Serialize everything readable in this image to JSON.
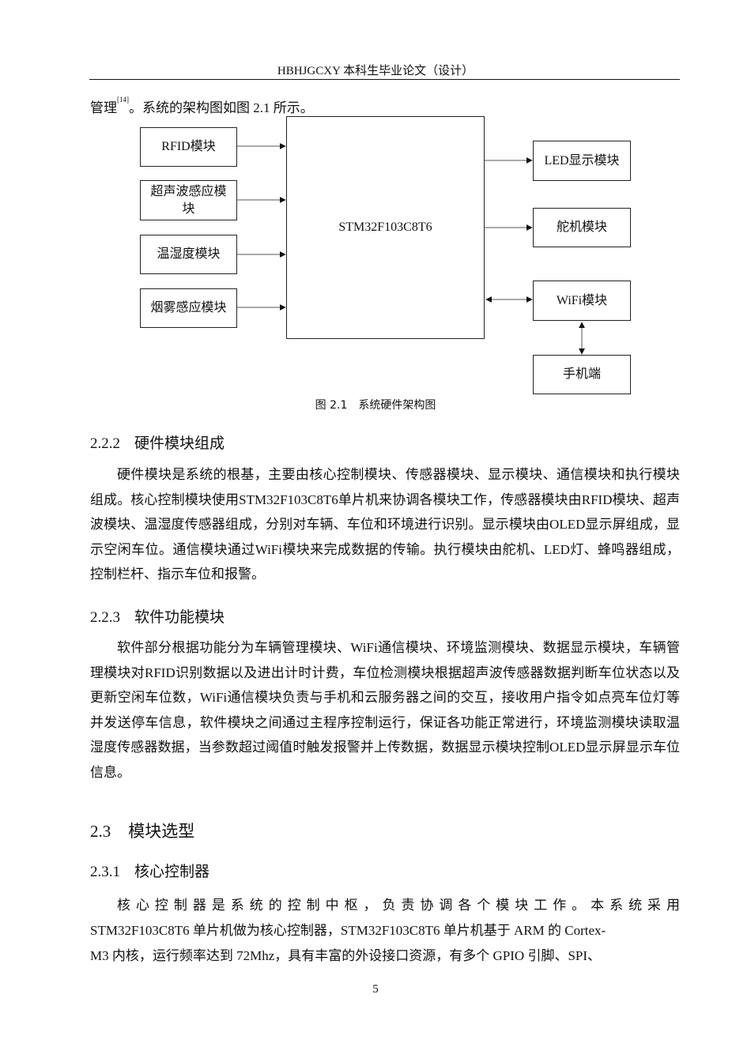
{
  "header": "HBHJGCXY 本科生毕业论文（设计）",
  "intro": {
    "before_sup": "管理",
    "sup": "[14]",
    "after_sup": "。系统的架构图如图 2.1 所示。"
  },
  "figure": {
    "left_boxes": [
      "RFID模块",
      "超声波感应模块",
      "温湿度模块",
      "烟雾感应模块"
    ],
    "center": "STM32F103C8T6",
    "right_boxes": [
      "LED显示模块",
      "舵机模块",
      "WiFi模块"
    ],
    "phone": "手机端",
    "caption": "图 2.1　系统硬件架构图"
  },
  "sec_2_2_2": {
    "num": "2.2.2",
    "title": "硬件模块组成",
    "text": "硬件模块是系统的根基，主要由核心控制模块、传感器模块、显示模块、通信模块和执行模块组成。核心控制模块使用STM32F103C8T6单片机来协调各模块工作，传感器模块由RFID模块、超声波模块、温湿度传感器组成，分别对车辆、车位和环境进行识别。显示模块由OLED显示屏组成，显示空闲车位。通信模块通过WiFi模块来完成数据的传输。执行模块由舵机、LED灯、蜂鸣器组成，控制栏杆、指示车位和报警。"
  },
  "sec_2_2_3": {
    "num": "2.2.3",
    "title": "软件功能模块",
    "text": "软件部分根据功能分为车辆管理模块、WiFi通信模块、环境监测模块、数据显示模块，车辆管理模块对RFID识别数据以及进出计时计费，车位检测模块根据超声波传感器数据判断车位状态以及更新空闲车位数，WiFi通信模块负责与手机和云服务器之间的交互，接收用户指令如点亮车位灯等并发送停车信息，软件模块之间通过主程序控制运行，保证各功能正常进行，环境监测模块读取温湿度传感器数据，当参数超过阈值时触发报警并上传数据，数据显示模块控制OLED显示屏显示车位信息。"
  },
  "sec_2_3": {
    "num": "2.3",
    "title": "模块选型"
  },
  "sec_2_3_1": {
    "num": "2.3.1",
    "title": "核心控制器",
    "line1": "核心控制器是系统的控制中枢，负责协调各个模块工作。本系统采用",
    "line2": "STM32F103C8T6 单片机做为核心控制器，STM32F103C8T6 单片机基于 ARM 的 Cortex-",
    "line3": "M3 内核，运行频率达到 72Mhz，具有丰富的外设接口资源，有多个 GPIO 引脚、SPI、"
  },
  "page_number": "5"
}
